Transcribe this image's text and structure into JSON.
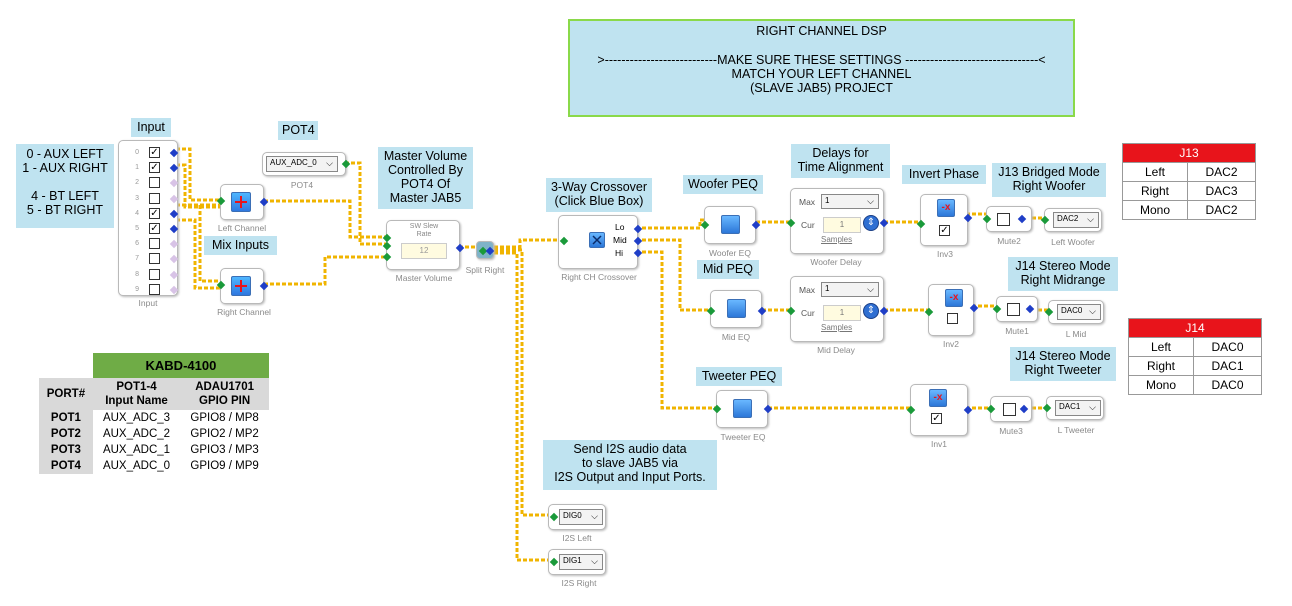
{
  "title_box": {
    "line1": "RIGHT CHANNEL DSP",
    "line2": ">---------------------------MAKE  SURE  THESE  SETTINGS  --------------------------------<",
    "line3": "MATCH YOUR LEFT CHANNEL",
    "line4": "(SLAVE JAB5) PROJECT"
  },
  "input_legend": {
    "l1": "0 - AUX LEFT",
    "l2": "1 - AUX RIGHT",
    "l3": "4 - BT LEFT",
    "l4": "5 -  BT RIGHT"
  },
  "notes": {
    "input": "Input",
    "pot4": "POT4",
    "master_vol_1": "Master Volume",
    "master_vol_2": "Controlled By",
    "master_vol_3": "POT4 Of",
    "master_vol_4": "Master JAB5",
    "mix_inputs": "Mix Inputs",
    "crossover_1": "3-Way Crossover",
    "crossover_2": "(Click Blue Box)",
    "woofer_peq": "Woofer PEQ",
    "mid_peq": "Mid PEQ",
    "tweeter_peq": "Tweeter PEQ",
    "delays_1": "Delays for",
    "delays_2": "Time Alignment",
    "invert_phase": "Invert Phase",
    "j13_mode_1": "J13 Bridged Mode",
    "j13_mode_2": "Right Woofer",
    "j14_mid_1": "J14 Stereo Mode",
    "j14_mid_2": "Right Midrange",
    "j14_tw_1": "J14 Stereo Mode",
    "j14_tw_2": "Right Tweeter",
    "i2s_1": "Send I2S audio data",
    "i2s_2": "to slave JAB5 via",
    "i2s_3": "I2S Output and Input Ports."
  },
  "blocks": {
    "input_label": "Input",
    "input_channels": [
      "0",
      "1",
      "2",
      "3",
      "4",
      "5",
      "6",
      "7",
      "8",
      "9"
    ],
    "input_checked": [
      true,
      true,
      false,
      false,
      true,
      true,
      false,
      false,
      false,
      false
    ],
    "pot4_value": "AUX_ADC_0",
    "pot4_label": "POT4",
    "left_channel": "Left Channel",
    "right_channel": "Right Channel",
    "sw_slew_1": "SW Slew",
    "sw_slew_2": "Rate",
    "sw_slew_value": "12",
    "master_volume": "Master Volume",
    "split_right": "Split Right",
    "crossover_label": "Right CH Crossover",
    "xo_lo": "Lo",
    "xo_mid": "Mid",
    "xo_hi": "Hi",
    "woofer_eq": "Woofer EQ",
    "mid_eq": "Mid EQ",
    "tweeter_eq": "Tweeter EQ",
    "delay_max": "Max",
    "delay_cur": "Cur",
    "delay_max_value": "1",
    "delay_cur_value": "1",
    "samples": "Samples",
    "woofer_delay": "Woofer Delay",
    "mid_delay": "Mid Delay",
    "inv3": "Inv3",
    "inv2": "Inv2",
    "inv1": "Inv1",
    "mute2": "Mute2",
    "mute1": "Mute1",
    "mute3": "Mute3",
    "dac_woofer": "DAC2",
    "left_woofer": "Left Woofer",
    "dac_mid": "DAC0",
    "l_mid": "L Mid",
    "dac_tw": "DAC1",
    "l_tweeter": "L Tweeter",
    "dig0": "DIG0",
    "i2s_left": "I2S Left",
    "dig1": "DIG1",
    "i2s_right": "I2S Right",
    "invert_symbol": "-x"
  },
  "j13": {
    "header": "J13",
    "rows": [
      [
        "Left",
        "DAC2"
      ],
      [
        "Right",
        "DAC3"
      ],
      [
        "Mono",
        "DAC2"
      ]
    ]
  },
  "j14": {
    "header": "J14",
    "rows": [
      [
        "Left",
        "DAC0"
      ],
      [
        "Right",
        "DAC1"
      ],
      [
        "Mono",
        "DAC0"
      ]
    ]
  },
  "kabd": {
    "title": "KABD-4100",
    "col1": "PORT#",
    "col2a": "POT1-4",
    "col2b": "Input Name",
    "col3a": "ADAU1701",
    "col3b": "GPIO PIN",
    "rows": [
      [
        "POT1",
        "AUX_ADC_3",
        "GPIO8 / MP8"
      ],
      [
        "POT2",
        "AUX_ADC_2",
        "GPIO2 / MP2"
      ],
      [
        "POT3",
        "AUX_ADC_1",
        "GPIO3 / MP3"
      ],
      [
        "POT4",
        "AUX_ADC_0",
        "GPIO9 / MP9"
      ]
    ]
  },
  "colors": {
    "wire": "#f0b400",
    "note_bg": "#bfe3f0",
    "title_border": "#8ad94a",
    "table_header_red": "#e8141b",
    "kabd_header_green": "#6fac46",
    "port_blue": "#1f3ec7",
    "port_green": "#1a9a3a"
  }
}
